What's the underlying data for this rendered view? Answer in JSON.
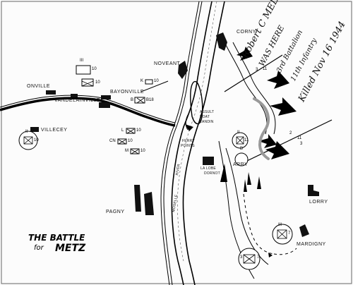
{
  "map": {
    "title_line1": "THE BATTLE",
    "title_for": "for",
    "title_line2": "METZ",
    "towns": {
      "corny": "CORNY",
      "novéant": "NOVEANT",
      "onville": "ONVILLE",
      "vandelainville": "VANDELAINVILLE",
      "bayonville": "BAYONVILLE",
      "villecey": "VILLECEY",
      "pagny": "PAGNY",
      "arry": "ARRY",
      "lorry": "LORRY",
      "mardigny": "MARDIGNY",
      "la_lobe_dornot": "LA LOBE",
      "dornot": "DORNOT"
    },
    "features": {
      "assault_boat_landing_1": "ASSULT",
      "assault_boat_landing_2": "BOAT",
      "assault_boat_landing_3": "LANDIN",
      "ferry_points_1": "FERRY",
      "ferry_points_2": "POINTS",
      "river": "RIVER",
      "moselle": "MOSELLE"
    },
    "handwriting": {
      "line1": "Robert C MELTON",
      "line2": "WAS HERE",
      "line3": "3rd Battalion",
      "line4": "11th Infantry",
      "line5": "Killed Nov 16 1944"
    },
    "units": {
      "u_top_left_size": "III",
      "u_top_left_num": "10",
      "u_b_num": "10",
      "u_b_label": "B",
      "u_b_bn": "B18",
      "u_k_label": "K",
      "u_k_num": "10",
      "u_villecey_size": "II",
      "u_villecey_num": "10",
      "u_l_label": "L",
      "u_l_num": "10",
      "u_cn_label": "CN",
      "u_cn_num": "10",
      "u_m_label": "M",
      "u_m_num": "10",
      "u_arry_size": "II",
      "u_arry_num": "11",
      "u_arry_sub": "B",
      "u_mardigny_size": "III",
      "u_mardigny_num": "7",
      "u_bottom_num": "3",
      "u_bottom_num2": "7",
      "line_num_3": "3",
      "line_num_2": "2",
      "line_num_11": "11",
      "line_num_11b": "11",
      "line_num_3b": "3"
    }
  }
}
